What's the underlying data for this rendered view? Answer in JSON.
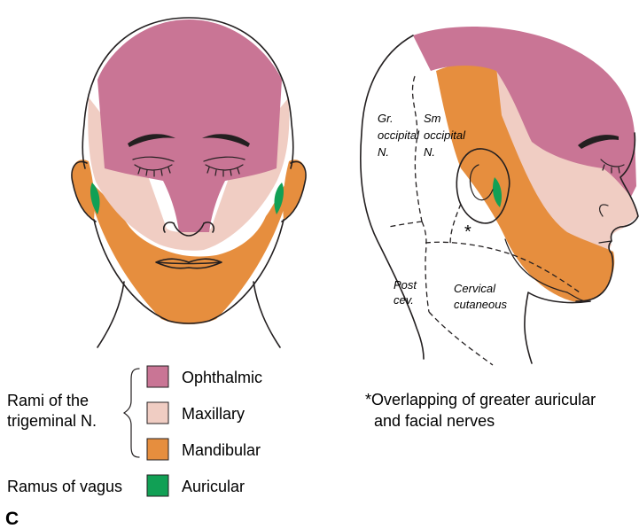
{
  "colors": {
    "ophthalmic": "#c97595",
    "maxillary": "#f0cdc3",
    "mandibular": "#e68e3e",
    "auricular": "#11a055",
    "line": "#231f20"
  },
  "legend": {
    "group_label_line1": "Rami of the",
    "group_label_line2": "trigeminal N.",
    "vagus_label": "Ramus of vagus",
    "items": [
      {
        "label": "Ophthalmic",
        "color": "#c97595"
      },
      {
        "label": "Maxillary",
        "color": "#f0cdc3"
      },
      {
        "label": "Mandibular",
        "color": "#e68e3e"
      },
      {
        "label": "Auricular",
        "color": "#11a055"
      }
    ]
  },
  "lateral_labels": {
    "gr_occipital": [
      "Gr.",
      "occipital",
      "N."
    ],
    "sm_occipital": [
      "Sm",
      "occipital",
      "N."
    ],
    "post_cerv": [
      "Post",
      "cev."
    ],
    "cervical": [
      "Cervical",
      "cutaneous"
    ],
    "asterisk": "*"
  },
  "footnote": {
    "line1": "*Overlapping of greater auricular",
    "line2": "and facial nerves"
  },
  "panel_letter": "C"
}
